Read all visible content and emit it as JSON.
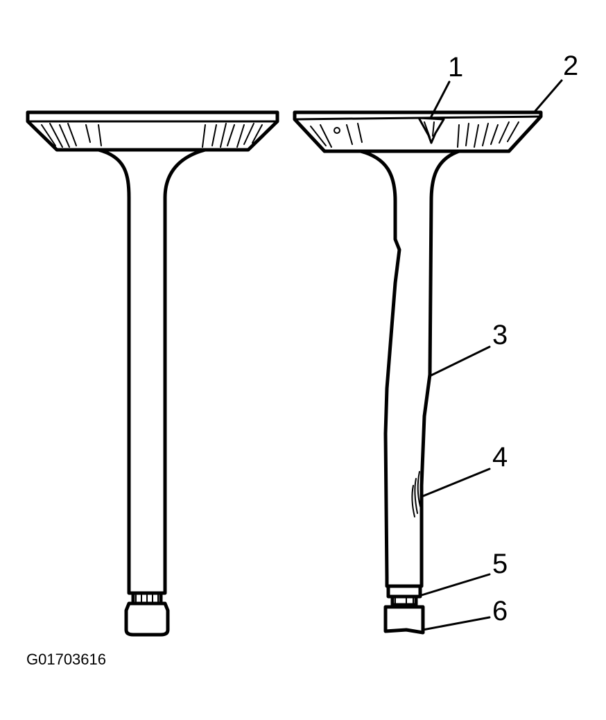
{
  "figure": {
    "id": "G01703616",
    "callouts": [
      "1",
      "2",
      "3",
      "4",
      "5",
      "6"
    ]
  },
  "colors": {
    "ink": "#000000",
    "background": "#ffffff"
  }
}
